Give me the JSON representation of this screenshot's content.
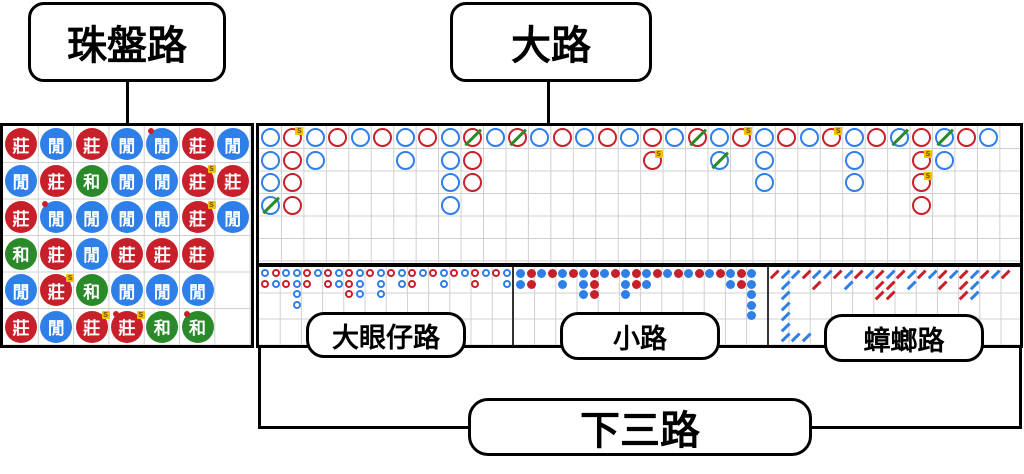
{
  "labels": {
    "bead_road": "珠盤路",
    "big_road": "大路",
    "big_eye_boy": "大眼仔路",
    "small_road": "小路",
    "cockroach_road": "蟑螂路",
    "derived_roads": "下三路"
  },
  "colors": {
    "banker": "#c8202a",
    "player": "#2f7fe8",
    "tie": "#2a8a2a",
    "super6": "#f2c200"
  },
  "bead_road": {
    "columns": 7,
    "rows": 6,
    "chars": {
      "B": "莊",
      "P": "閒",
      "T": "和"
    },
    "cells": [
      [
        "B",
        "P",
        "B",
        "T",
        "P",
        "B"
      ],
      [
        "P",
        "B",
        "P",
        "B",
        "B",
        "P"
      ],
      [
        "B",
        "T",
        "P",
        "P",
        "T",
        "B"
      ],
      [
        "P",
        "P",
        "P",
        "B",
        "P",
        "B"
      ],
      [
        "P",
        "P",
        "P",
        "B",
        "P",
        "T"
      ],
      [
        "B",
        "B",
        "B",
        "B",
        "P",
        "T"
      ],
      [
        "P",
        "B",
        "P",
        "",
        "",
        ""
      ]
    ],
    "super6": [
      [
        5,
        1
      ],
      [
        5,
        2
      ],
      [
        1,
        4
      ],
      [
        2,
        5
      ],
      [
        3,
        5
      ]
    ],
    "pair_dots": [
      [
        4,
        0
      ],
      [
        1,
        2
      ],
      [
        3,
        5
      ],
      [
        5,
        5
      ]
    ]
  },
  "big_road": {
    "columns": 34,
    "rows": 6,
    "cols": [
      [
        {
          "c": "P"
        },
        {
          "c": "P"
        },
        {
          "c": "P"
        },
        {
          "c": "P",
          "tie": true
        }
      ],
      [
        {
          "c": "B",
          "s": true
        },
        {
          "c": "B"
        },
        {
          "c": "B"
        },
        {
          "c": "B"
        }
      ],
      [
        {
          "c": "P"
        },
        {
          "c": "P"
        }
      ],
      [
        {
          "c": "B"
        }
      ],
      [
        {
          "c": "P"
        }
      ],
      [
        {
          "c": "B"
        }
      ],
      [
        {
          "c": "P"
        },
        {
          "c": "P"
        }
      ],
      [
        {
          "c": "B"
        }
      ],
      [
        {
          "c": "P"
        },
        {
          "c": "P"
        },
        {
          "c": "P"
        },
        {
          "c": "P"
        }
      ],
      [
        {
          "c": "B",
          "tie": true
        },
        {
          "c": "B"
        },
        {
          "c": "B"
        }
      ],
      [
        {
          "c": "P"
        }
      ],
      [
        {
          "c": "B",
          "tie": true
        }
      ],
      [
        {
          "c": "P"
        }
      ],
      [
        {
          "c": "B"
        }
      ],
      [
        {
          "c": "P"
        }
      ],
      [
        {
          "c": "B"
        }
      ],
      [
        {
          "c": "P"
        }
      ],
      [
        {
          "c": "B"
        },
        {
          "c": "B",
          "s": true
        }
      ],
      [
        {
          "c": "P"
        }
      ],
      [
        {
          "c": "B",
          "tie": true
        }
      ],
      [
        {
          "c": "P"
        },
        {
          "c": "P",
          "tie": true
        }
      ],
      [
        {
          "c": "B",
          "s": true
        }
      ],
      [
        {
          "c": "P"
        },
        {
          "c": "P"
        },
        {
          "c": "P"
        }
      ],
      [
        {
          "c": "B"
        }
      ],
      [
        {
          "c": "P"
        }
      ],
      [
        {
          "c": "B",
          "s": true
        }
      ],
      [
        {
          "c": "P"
        },
        {
          "c": "P"
        },
        {
          "c": "P"
        }
      ],
      [
        {
          "c": "B"
        }
      ],
      [
        {
          "c": "P",
          "tie": true
        }
      ],
      [
        {
          "c": "B"
        },
        {
          "c": "B",
          "s": true
        },
        {
          "c": "B",
          "s": true
        },
        {
          "c": "B"
        }
      ],
      [
        {
          "c": "P",
          "tie": true
        },
        {
          "c": "P"
        }
      ],
      [
        {
          "c": "B"
        }
      ],
      [
        {
          "c": "P"
        }
      ]
    ]
  },
  "big_eye_boy": {
    "cols": [
      [
        "P",
        "B"
      ],
      [
        "B",
        "P"
      ],
      [
        "P",
        "B"
      ],
      [
        "P",
        "P",
        "P",
        "P"
      ],
      [
        "B",
        "B"
      ],
      [
        "P"
      ],
      [
        "B",
        "B"
      ],
      [
        "P",
        "P"
      ],
      [
        "B",
        "B",
        "B"
      ],
      [
        "P",
        "P",
        "P"
      ],
      [
        "B"
      ],
      [
        "P",
        "P",
        "P"
      ],
      [
        "B"
      ],
      [
        "P",
        "P"
      ],
      [
        "B",
        "B"
      ],
      [
        "P"
      ],
      [
        "B"
      ],
      [
        "P",
        "P"
      ],
      [
        "B"
      ],
      [
        "P"
      ],
      [
        "B",
        "B"
      ],
      [
        "P"
      ],
      [
        "B"
      ],
      [
        "P",
        "P"
      ]
    ]
  },
  "small_road": {
    "cols": [
      [
        "P",
        "P"
      ],
      [
        "B",
        "B"
      ],
      [
        "P"
      ],
      [
        "B"
      ],
      [
        "P",
        "P"
      ],
      [
        "B"
      ],
      [
        "P",
        "P",
        "P"
      ],
      [
        "B",
        "B",
        "B"
      ],
      [
        "P"
      ],
      [
        "B"
      ],
      [
        "P",
        "P",
        "P"
      ],
      [
        "B",
        "B"
      ],
      [
        "P",
        "P"
      ],
      [
        "B"
      ],
      [
        "P"
      ],
      [
        "B"
      ],
      [
        "P"
      ],
      [
        "B"
      ],
      [
        "P"
      ],
      [
        "B"
      ],
      [
        "P",
        "P"
      ],
      [
        "B",
        "B"
      ],
      [
        "P",
        "P",
        "P",
        "P",
        "P"
      ]
    ]
  },
  "cockroach_road": {
    "cols": [
      [
        "B"
      ],
      [
        "P",
        "P",
        "P",
        "P",
        "P",
        "P"
      ],
      [
        "P"
      ],
      [
        "B"
      ],
      [
        "P",
        "B"
      ],
      [
        "P"
      ],
      [
        "B"
      ],
      [
        "P",
        "P"
      ],
      [
        "B"
      ],
      [
        "P"
      ],
      [
        "B",
        "B",
        "B"
      ],
      [
        "P",
        "B",
        "B"
      ],
      [
        "B"
      ],
      [
        "P",
        "P"
      ],
      [
        "B"
      ],
      [
        "P"
      ],
      [
        "B",
        "B"
      ],
      [
        "P"
      ],
      [
        "B",
        "B",
        "B"
      ],
      [
        "P",
        "P",
        "P"
      ],
      [
        "B"
      ],
      [
        "P"
      ],
      [
        "B"
      ]
    ],
    "tail": [
      [
        1,
        6
      ],
      [
        2,
        6
      ],
      [
        3,
        6
      ]
    ]
  }
}
